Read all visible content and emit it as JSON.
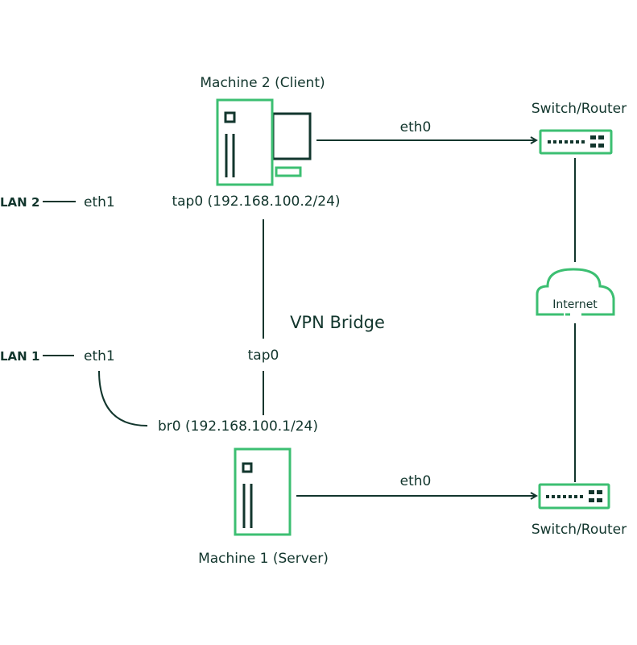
{
  "colors": {
    "accent": "#3cbf72",
    "ink": "#12362d",
    "background": "#ffffff"
  },
  "nodes": {
    "machine2": {
      "title": "Machine 2 (Client)",
      "icon": "desktop-computer-icon"
    },
    "machine1": {
      "title": "Machine 1 (Server)",
      "icon": "server-tower-icon"
    },
    "switch_top": {
      "title": "Switch/Router",
      "icon": "network-switch-icon"
    },
    "switch_bottom": {
      "title": "Switch/Router",
      "icon": "network-switch-icon"
    },
    "internet": {
      "title": "Internet",
      "icon": "cloud-icon"
    },
    "lan2": {
      "title": "LAN 2"
    },
    "lan1": {
      "title": "LAN 1"
    }
  },
  "labels": {
    "vpn_bridge": "VPN Bridge",
    "m2_eth0": "eth0",
    "m2_eth1": "eth1",
    "m2_tap0": "tap0 (192.168.100.2/24)",
    "m1_eth0": "eth0",
    "m1_eth1": "eth1",
    "m1_tap0": "tap0",
    "m1_br0": "br0 (192.168.100.1/24)"
  }
}
